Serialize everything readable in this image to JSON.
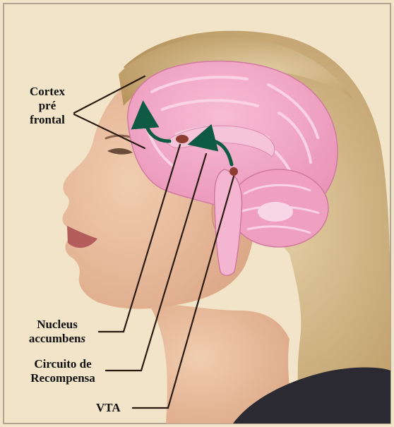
{
  "labels": {
    "cortex": {
      "line1": "Cortex",
      "line2": "pré",
      "line3": "frontal"
    },
    "nucleus": {
      "line1": "Nucleus",
      "line2_main": "accumben",
      "line2_italic": "s"
    },
    "circuito": {
      "line1": "Circuito de",
      "line2": "Recompensa"
    },
    "vta": {
      "text": "VTA"
    }
  },
  "colors": {
    "background": "#f2e4c8",
    "skin": "#e7b998",
    "hair": "#c7aa78",
    "brain": "#f0a6c4",
    "brain_fold": "#f9d3e3",
    "arrow": "#0e5a43",
    "marker": "#8f3d33",
    "leader_line": "#2a1a12",
    "clothing": "#2b2a33"
  }
}
